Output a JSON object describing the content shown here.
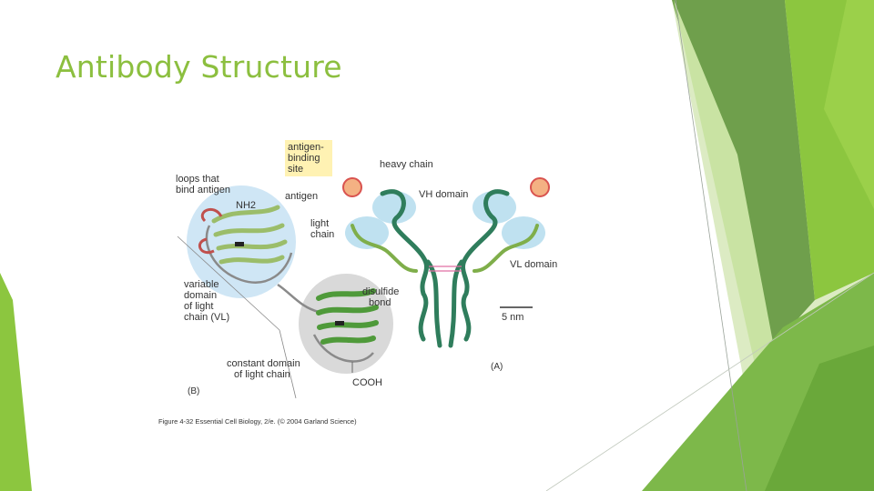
{
  "slide": {
    "title": "Antibody Structure",
    "colors": {
      "title": "#8cbf3f",
      "accent_light": "#dcebc3",
      "accent_mid": "#8cc63f",
      "accent_dark": "#4f8a2a"
    }
  },
  "figure": {
    "labels": {
      "antigen_binding_site": [
        "antigen-",
        "binding",
        "site"
      ],
      "heavy_chain": "heavy chain",
      "vh_domain": "VH domain",
      "antigen": "antigen",
      "light_chain": [
        "light",
        "chain"
      ],
      "vl_domain": "VL domain",
      "loops": [
        "loops that",
        "bind antigen"
      ],
      "nh2": "NH2",
      "variable_domain": [
        "variable",
        "domain",
        "of light",
        "chain (VL)"
      ],
      "disulfide_bond": [
        "disulfide",
        "bond"
      ],
      "scale": "5 nm",
      "constant_domain": [
        "constant domain",
        "of light chain"
      ],
      "cooh": "COOH",
      "panel_a": "(A)",
      "panel_b": "(B)"
    },
    "caption": "Figure 4-32 Essential Cell Biology, 2/e. (© 2004 Garland Science)"
  }
}
